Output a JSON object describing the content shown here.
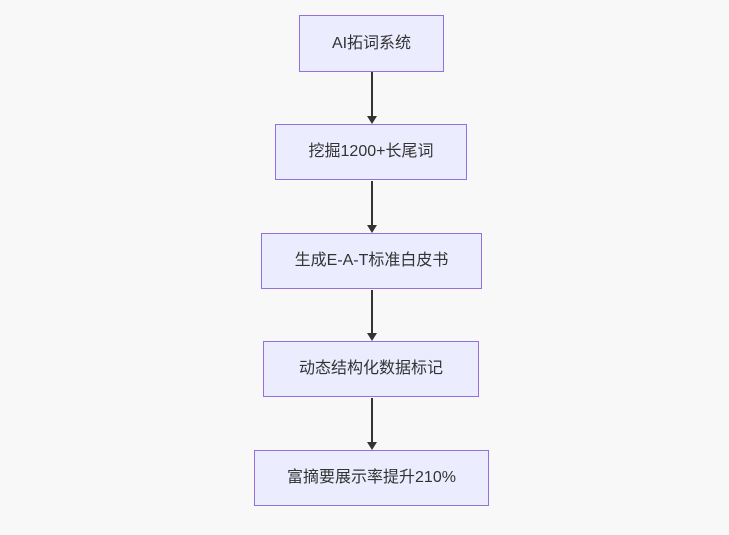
{
  "flowchart": {
    "type": "flowchart",
    "direction": "top-down",
    "nodes": [
      {
        "id": "n1",
        "label": "AI拓词系统"
      },
      {
        "id": "n2",
        "label": "挖掘1200+长尾词"
      },
      {
        "id": "n3",
        "label": "生成E-A-T标准白皮书"
      },
      {
        "id": "n4",
        "label": "动态结构化数据标记"
      },
      {
        "id": "n5",
        "label": "富摘要展示率提升210%"
      }
    ],
    "edges": [
      {
        "from": "n1",
        "to": "n2",
        "arrow": "down"
      },
      {
        "from": "n2",
        "to": "n3",
        "arrow": "down"
      },
      {
        "from": "n3",
        "to": "n4",
        "arrow": "down"
      },
      {
        "from": "n4",
        "to": "n5",
        "arrow": "down"
      }
    ],
    "colors": {
      "background": "#F8F8F8",
      "node_fill": "#ECECFF",
      "node_border": "#9370DB",
      "node_text": "#333333",
      "arrow": "#333333"
    }
  }
}
